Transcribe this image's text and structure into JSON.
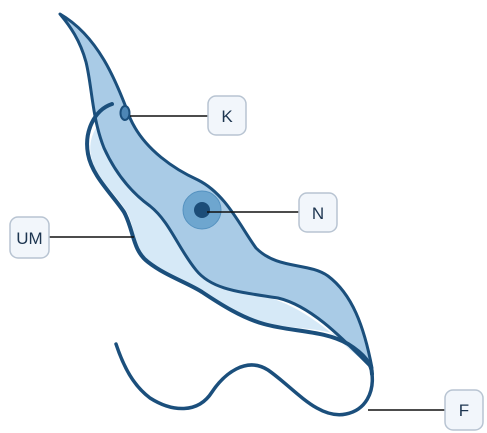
{
  "diagram": {
    "labels": {
      "kinetoplast": "K",
      "nucleus": "N",
      "undulating_membrane": "UM",
      "flagellum": "F"
    },
    "colors": {
      "body_fill": "#a9cbe6",
      "membrane_fill": "#d6e9f7",
      "outline": "#1b4f7c",
      "nucleus_outer": "#6ea6cf",
      "nucleus_inner": "#1c4d78",
      "label_box_fill": "#f2f6fb",
      "label_box_stroke": "#b8c4d2",
      "leader_line": "#111111",
      "label_text": "#1d3550"
    }
  }
}
